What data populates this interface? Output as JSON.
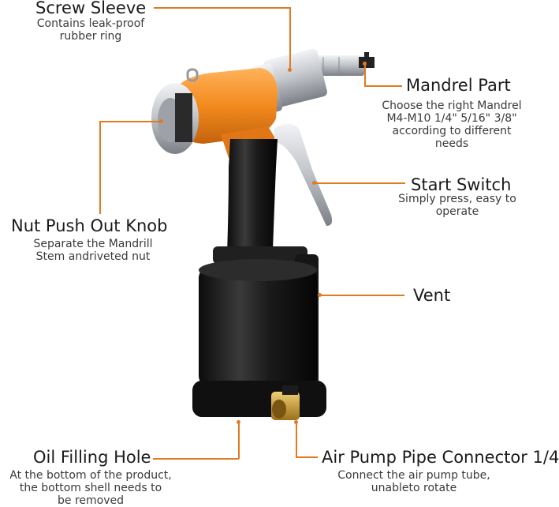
{
  "labels": {
    "screw_sleeve": {
      "title": "Screw Sleeve",
      "desc": "Contains leak-proof\nrubber ring"
    },
    "mandrel_part": {
      "title": "Mandrel Part",
      "desc": "Choose the right Mandrel\nM4-M10 1/4\" 5/16\" 3/8\"\naccording to different\nneeds"
    },
    "start_switch": {
      "title": "Start Switch",
      "desc": "Simply press, easy to\noperate"
    },
    "nut_push_out_knob": {
      "title": "Nut Push Out Knob",
      "desc": "Separate the Mandrill\nStem andriveted nut"
    },
    "vent": {
      "title": "Vent"
    },
    "oil_filling_hole": {
      "title": "Oil Filling Hole",
      "desc": "At the bottom of the product,\nthe bottom shell needs to\nbe removed"
    },
    "air_pump_pipe_connector": {
      "title": "Air Pump Pipe Connector 1/4",
      "desc": "Connect the air pump tube,\nunableto rotate"
    }
  },
  "colors": {
    "accent": "#e07b22",
    "tool_orange": "#f28a1e",
    "tool_black": "#1c1c1c",
    "silver": "#c9ccd0",
    "brass": "#c9972f"
  }
}
